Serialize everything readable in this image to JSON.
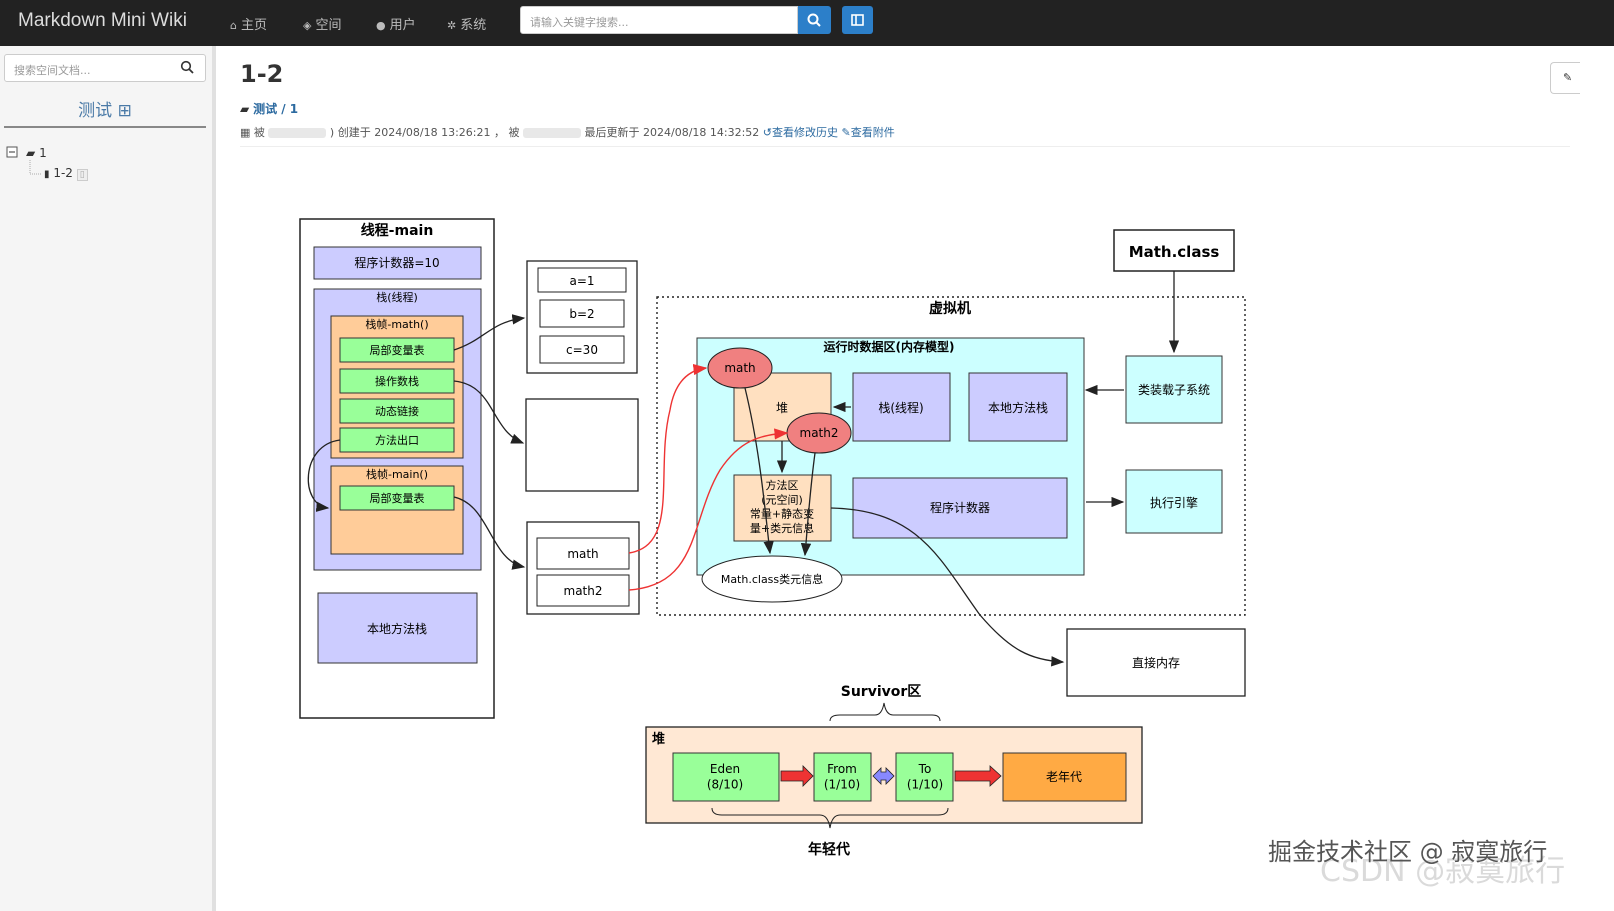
{
  "app": {
    "title": "Markdown Mini Wiki"
  },
  "nav": {
    "home": "主页",
    "space": "空间",
    "users": "用户",
    "system": "系统"
  },
  "search": {
    "placeholder": "请输入关键字搜索..."
  },
  "sidebar": {
    "search_placeholder": "搜索空间文档...",
    "space_title": "测试",
    "tree": [
      {
        "label": "1"
      },
      {
        "label": "1-2"
      }
    ]
  },
  "doc": {
    "title": "1-2",
    "breadcrumb": "测试 / 1",
    "meta_by": "被",
    "meta_created": "创建于 2024/08/18 13:26:21 ，",
    "meta_by2": "被",
    "meta_updated": "最后更新于 2024/08/18 14:32:52",
    "history_link": "查看修改历史",
    "attach_link": "查看附件"
  },
  "diagram": {
    "thread_main": "线程-main",
    "pc": "程序计数器=10",
    "stack": "栈(线程)",
    "frame_math": "栈帧-math()",
    "local_vars": "局部变量表",
    "operand_stack": "操作数栈",
    "dynamic_link": "动态链接",
    "method_exit": "方法出口",
    "frame_main": "栈帧-main()",
    "local_vars_main": "局部变量表",
    "native_stack_left": "本地方法栈",
    "var_a": "a=1",
    "var_b": "b=2",
    "var_c": "c=30",
    "ref_math": "math",
    "ref_math2": "math2",
    "math_class": "Math.class",
    "vm": "虚拟机",
    "runtime_area": "运行时数据区(内存模型)",
    "heap": "堆",
    "stack_thread": "栈(线程)",
    "native_stack": "本地方法栈",
    "method_area": "方法区\n(元空间)\n常量+静态变\n量+类元信息",
    "pc2": "程序计数器",
    "class_meta": "Math.class类元信息",
    "obj_math": "math",
    "obj_math2": "math2",
    "classloader": "类装载子系统",
    "exec_engine": "执行引擎",
    "direct_mem": "直接内存",
    "survivor": "Survivor区",
    "heap2": "堆",
    "eden": "Eden\n(8/10)",
    "from": "From\n(1/10)",
    "to": "To\n(1/10)",
    "old_gen": "老年代",
    "young_gen": "年轻代"
  },
  "watermark": "掘金技术社区 @ 寂寞旅行",
  "watermark_ghost": "CSDN @寂寞旅行",
  "colors": {
    "navbar": "#222222",
    "accent": "#2c7fc9",
    "lavender": "#ccccff",
    "peach": "#ffcc99",
    "green": "#99ff99",
    "cyan": "#ccffff",
    "salmon": "#f08080",
    "orange": "#ffaa44"
  }
}
